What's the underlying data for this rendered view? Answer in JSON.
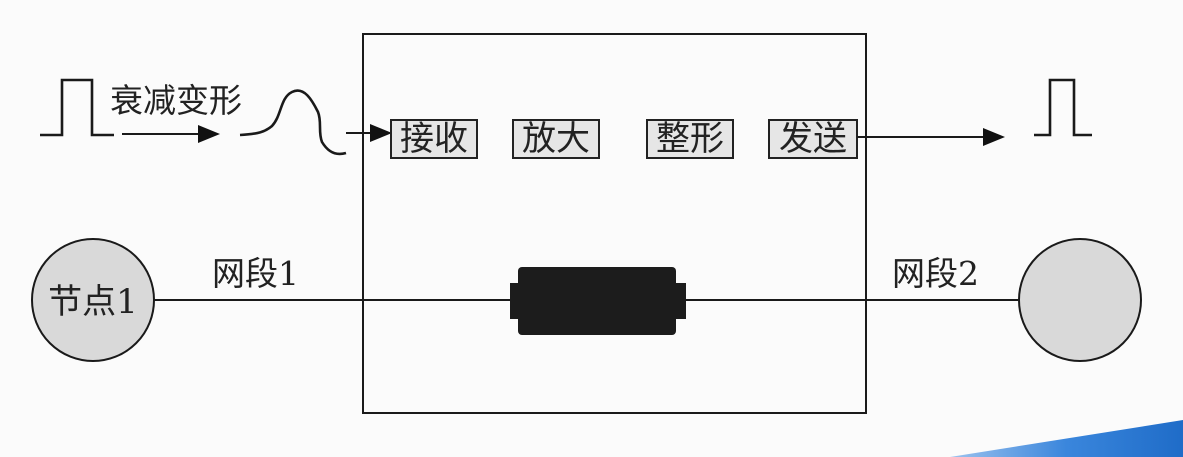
{
  "diagram": {
    "attenuation_label": "衰减变形",
    "stages": [
      "接收",
      "放大",
      "整形",
      "发送"
    ],
    "segment_left": "网段1",
    "segment_right": "网段2",
    "node_left": "节点1",
    "node_right": ""
  },
  "colors": {
    "node_fill": "#d9d9d9",
    "stage_fill": "#e6e6e6",
    "repeater_fill": "#1c1c1c",
    "line": "#1a1a1a",
    "corner_accent": "#2a78d2"
  }
}
